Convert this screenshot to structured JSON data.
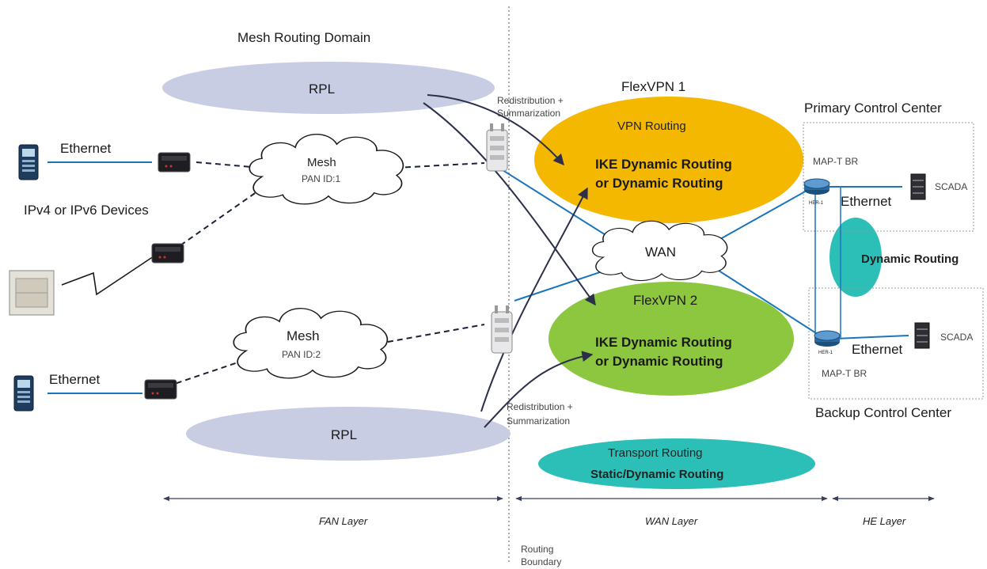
{
  "labels": {
    "mesh_routing_domain": "Mesh Routing Domain",
    "rpl_top": "RPL",
    "rpl_bottom": "RPL",
    "redistribution_top_1": "Redistribution +",
    "redistribution_top_2": "Summarization",
    "redistribution_bottom_1": "Redistribution +",
    "redistribution_bottom_2": "Summarization",
    "ethernet_top": "Ethernet",
    "ethernet_bottom": "Ethernet",
    "ipv_devices": "IPv4 or IPv6 Devices",
    "mesh1_title": "Mesh",
    "mesh1_pan": "PAN ID:1",
    "mesh2_title": "Mesh",
    "mesh2_pan": "PAN ID:2",
    "flexvpn1": "FlexVPN 1",
    "vpn_routing": "VPN Routing",
    "ike1_line1": "IKE Dynamic Routing",
    "ike1_line2": "or Dynamic Routing",
    "flexvpn2": "FlexVPN 2",
    "ike2_line1": "IKE Dynamic Routing",
    "ike2_line2": "or Dynamic Routing",
    "wan": "WAN",
    "transport_routing": "Transport Routing",
    "static_dynamic": "Static/Dynamic Routing",
    "primary_cc": "Primary Control Center",
    "backup_cc": "Backup Control Center",
    "map_t_br_top": "MAP-T BR",
    "map_t_br_bottom": "MAP-T BR",
    "her1_top": "HER-1",
    "her1_bottom": "HER-1",
    "ethernet_he_top": "Ethernet",
    "ethernet_he_bottom": "Ethernet",
    "scada_top": "SCADA",
    "scada_bottom": "SCADA",
    "dynamic_routing": "Dynamic Routing",
    "fan_layer": "FAN Layer",
    "wan_layer": "WAN Layer",
    "he_layer": "HE Layer",
    "routing_boundary_1": "Routing",
    "routing_boundary_2": "Boundary"
  },
  "colors": {
    "rpl_fill": "#c9cde3",
    "vpn_fill": "#f5b800",
    "flexvpn2_fill": "#8dc63f",
    "teal_fill": "#2bbfb8",
    "link_blue": "#1b75bc",
    "arrow_dark": "#2b2f4a"
  }
}
